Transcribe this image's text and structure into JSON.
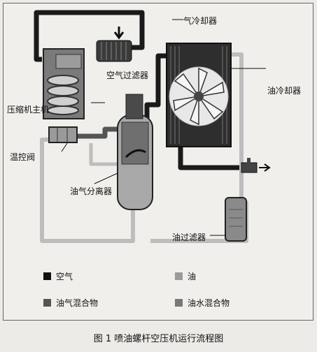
{
  "labels": {
    "air_cooler": "气冷却器",
    "air_filter": "空气过滤器",
    "oil_cooler": "油冷却器",
    "compressor": "压缩机主机",
    "thermo_valve": "温控阀",
    "separator": "油气分离器",
    "oil_filter": "油过滤器"
  },
  "legend": [
    {
      "label": "空气",
      "color": "#111111"
    },
    {
      "label": "油",
      "color": "#9a9a9a"
    },
    {
      "label": "油气混合物",
      "color": "#555555"
    },
    {
      "label": "油水混合物",
      "color": "#777777"
    }
  ],
  "caption": "图 1  喷油螺杆空压机运行流程图"
}
